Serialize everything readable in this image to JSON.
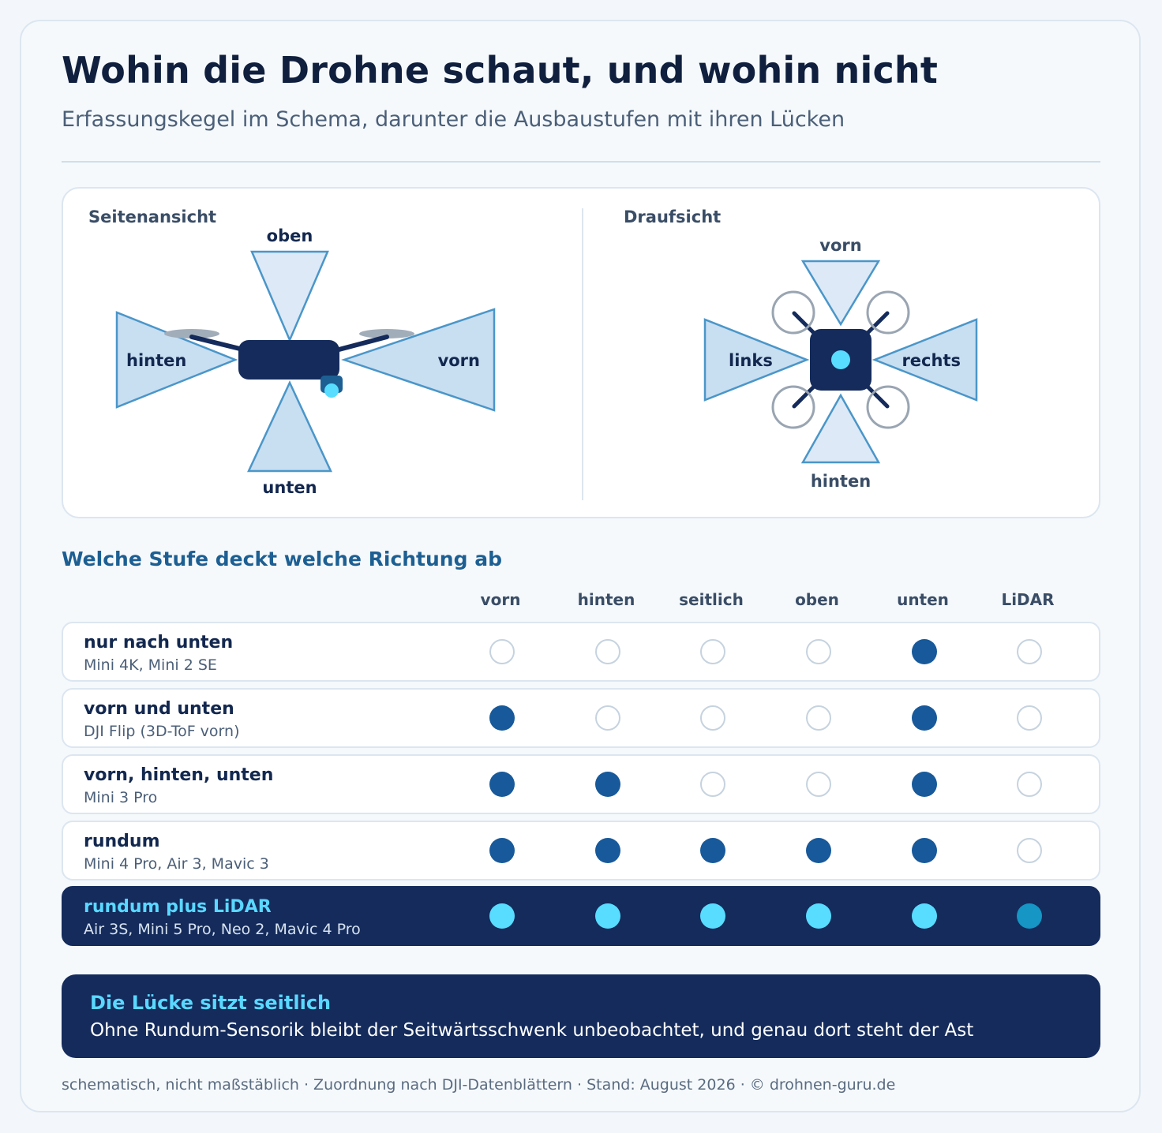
{
  "header": {
    "title": "Wohin die Drohne schaut, und wohin nicht",
    "subtitle": "Erfassungskegel im Schema, darunter die Ausbaustufen mit ihren Lücken"
  },
  "side_view": {
    "title": "Seitenansicht",
    "labels": {
      "top": "oben",
      "bottom": "unten",
      "back": "hinten",
      "front": "vorn"
    }
  },
  "top_view": {
    "title": "Draufsicht",
    "labels": {
      "front": "vorn",
      "back": "hinten",
      "left": "links",
      "right": "rechts"
    }
  },
  "matrix": {
    "heading": "Welche Stufe deckt welche Richtung ab",
    "columns": [
      "vorn",
      "hinten",
      "seitlich",
      "oben",
      "unten",
      "LiDAR"
    ],
    "rows": [
      {
        "name": "nur nach unten",
        "models": "Mini 4K, Mini 2 SE",
        "coverage": [
          false,
          false,
          false,
          false,
          true,
          false
        ],
        "highlight": false
      },
      {
        "name": "vorn und unten",
        "models": "DJI Flip (3D-ToF vorn)",
        "coverage": [
          true,
          false,
          false,
          false,
          true,
          false
        ],
        "highlight": false
      },
      {
        "name": "vorn, hinten, unten",
        "models": "Mini 3 Pro",
        "coverage": [
          true,
          true,
          false,
          false,
          true,
          false
        ],
        "highlight": false
      },
      {
        "name": "rundum",
        "models": "Mini 4 Pro, Air 3, Mavic 3",
        "coverage": [
          true,
          true,
          true,
          true,
          true,
          false
        ],
        "highlight": false
      },
      {
        "name": "rundum plus LiDAR",
        "models": "Air 3S, Mini 5 Pro, Neo 2, Mavic 4 Pro",
        "coverage": [
          true,
          true,
          true,
          true,
          true,
          true
        ],
        "highlight": true
      }
    ]
  },
  "callout": {
    "title": "Die Lücke sitzt seitlich",
    "text": "Ohne Rundum-Sensorik bleibt der Seitwärtsschwenk unbeobachtet, und genau dort steht der Ast"
  },
  "footer": "schematisch, nicht maßstäblich · Zuordnung nach DJI-Datenblättern · Stand: August 2026 · © drohnen-guru.de",
  "colors": {
    "navy": "#142b5c",
    "accent_cyan": "#58dcff",
    "covered": "#17599a",
    "lidar": "#1596c4",
    "cone_fill": "#c8def1",
    "cone_stroke": "#4a96c9"
  }
}
